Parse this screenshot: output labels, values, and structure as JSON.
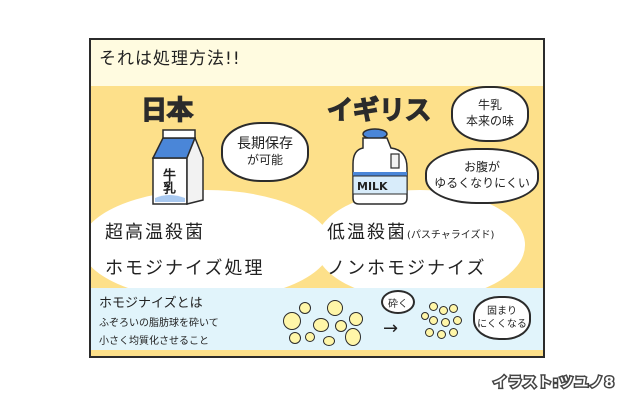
{
  "panel": {
    "title": "それは処理方法!!",
    "left": {
      "country": "日本",
      "carton_label": "牛乳",
      "bubble": [
        "長期保存",
        "が可能"
      ],
      "methods": [
        "超高温殺菌",
        "ホモジナイズ処理"
      ]
    },
    "right": {
      "country": "イギリス",
      "bottle_label": "MILK",
      "bubble_top": [
        "牛乳",
        "本来の味"
      ],
      "bubble_bottom": [
        "お腹が",
        "ゆるくなりにくい"
      ],
      "methods": [
        "低温殺菌",
        "(パスチャライズド)",
        "ノンホモジナイズ"
      ]
    },
    "explanation": {
      "heading": "ホモジナイズとは",
      "line1": "ふぞろいの脂肪球を砕いて",
      "line2": "小さく均質化させること",
      "crush_bubble": "砕く",
      "result_bubble": [
        "固まり",
        "にくくなる"
      ]
    }
  },
  "credit": "イラスト:ツユノ8",
  "colors": {
    "panel_yellow": "#fde08a",
    "title_band": "#fffbe0",
    "strip_blue": "#e1f4fb",
    "japan_pink": "#f4a3c6",
    "uk_purple": "#a98ad8",
    "milk_blue": "#4a86d8"
  }
}
